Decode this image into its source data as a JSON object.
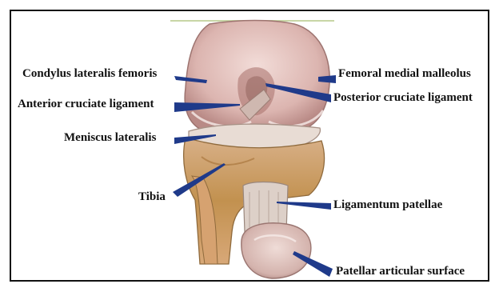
{
  "labels": {
    "condylus_lateralis_femoris": "Condylus lateralis femoris",
    "anterior_cruciate_ligament": "Anterior cruciate ligament",
    "meniscus_lateralis": "Meniscus lateralis",
    "tibia": "Tibia",
    "femoral_medial_malleolus": "Femoral medial malleolus",
    "posterior_cruciate_ligament": "Posterior cruciate ligament",
    "ligamentum_patellae": "Ligamentum patellae",
    "patellar_articular_surface": "Patellar articular surface"
  },
  "colors": {
    "pointer": "#1f3a8a",
    "bone": "#e6c7c2",
    "bone_shadow": "#b98a86",
    "tibia": "#c79a5a",
    "ligament": "#d9c9c0",
    "background": "#ffffff"
  }
}
